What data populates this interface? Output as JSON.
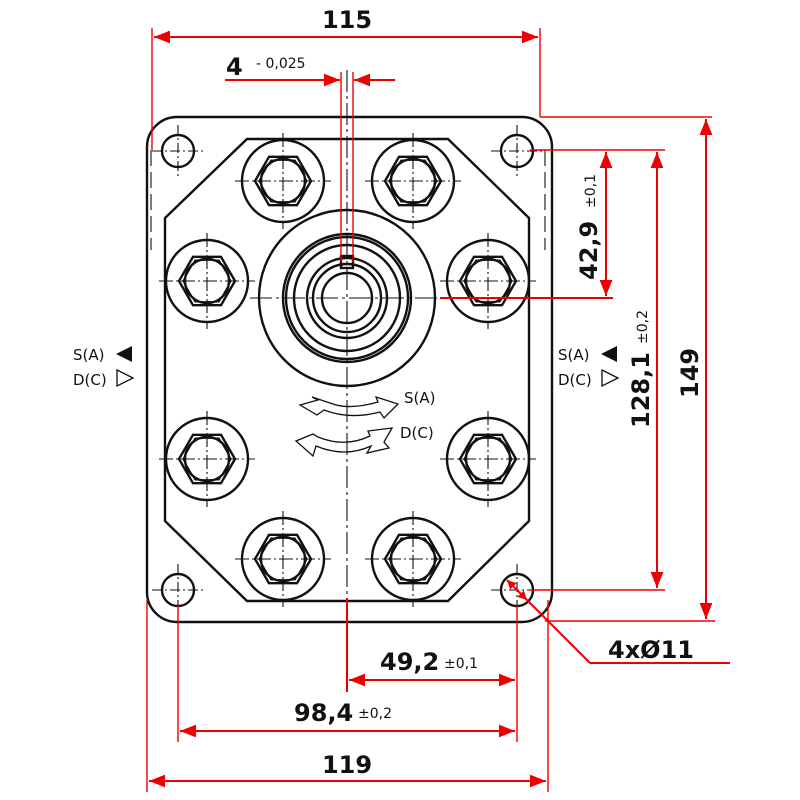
{
  "dimensions": {
    "top_width": "115",
    "key_width": "4",
    "key_tolerance": "- 0,025",
    "shaft_offset": "42,9",
    "shaft_offset_tol": "±0,1",
    "hole_vertical": "128,1",
    "hole_vertical_tol": "±0,2",
    "total_height": "149",
    "holes": "4xØ11",
    "half_hole_spacing": "49,2",
    "half_hole_spacing_tol": "±0,1",
    "hole_spacing": "98,4",
    "hole_spacing_tol": "±0,2",
    "total_width": "119"
  },
  "rotation": {
    "clockwise_label": "S(A)",
    "counter_label": "D(C)"
  },
  "side_labels": {
    "left_s": "S(A)",
    "left_d": "D(C)",
    "right_s": "S(A)",
    "right_d": "D(C)"
  },
  "colors": {
    "dimension": "#e00000",
    "outline": "#111111"
  }
}
